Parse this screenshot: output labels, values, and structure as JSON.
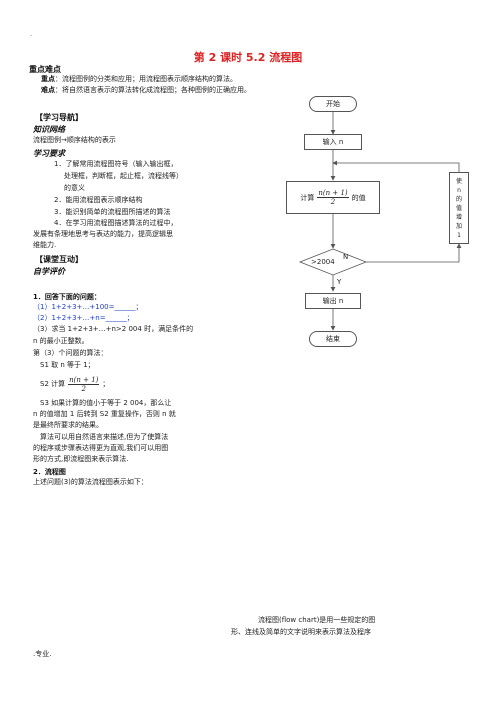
{
  "top_dot": ".",
  "title": "第 2 课时 5.2 流程图",
  "key_points": {
    "heading": "重点难点",
    "zhong_label": "重点",
    "zhong_text": "：流程图例的分类和应用；用流程图表示顺序结构的算法。",
    "nan_label": "难点",
    "nan_text": "：将自然语言表示的算法转化成流程图；各种图例的正确应用。"
  },
  "guide": {
    "heading": "【学习导航】",
    "sub1": "知识网络",
    "network": "流程图例→顺序结构的表示",
    "sub2": "学习要求",
    "req1a": "1．了解常用流程图符号（输入输出框，",
    "req1b": "处理框，判断框，起止框，流程线等）",
    "req1c": "的意义",
    "req2": "2．能用流程图表示顺序结构",
    "req3": "3．能识别简单的流程图所描述的算法",
    "req4a": "4．在学习用流程图描述算法的过程中，",
    "req4b": "发展有条理地思考与表达的能力，提高逻辑思",
    "req4c": "维能力."
  },
  "interaction": {
    "heading": "【课堂互动】",
    "sub": "自学评价",
    "q_heading": "1．回答下面的问题：",
    "q1": "（1）1+2+3+…+100=______；",
    "q2": "（2）1+2+3+…+n=______；",
    "q3a": "（3）求当 1+2+3+…+n>2 004 时，满足条件的",
    "q3b": "n 的最小正整数。",
    "alg_intro": "第（3）个问题的算法：",
    "s1": "S1  取 n 等于 1；",
    "s2_prefix": "S2  计算",
    "s2_suffix": "；",
    "frac_num": "n(n + 1)",
    "frac_den": "2",
    "s3a": "S3  如果计算的值小于等于 2 004，那么让",
    "s3b": "n 的值增加 1 后转到 S2 重复操作，否则 n 就",
    "s3c": "是最终所要求的结果。",
    "note_a": "算法可以用自然语言来描述,但为了使算法",
    "note_b": "的程序或步骤表达得更为直观,我们可以用图",
    "note_c": "形的方式,即流程图来表示算法.",
    "sec2": "2．流程图",
    "sec2_text": "上述问题(3)的算法流程图表示如下："
  },
  "flowchart": {
    "start": "开始",
    "input": "输入 n",
    "calc_prefix": "计算",
    "calc_suffix": "的值",
    "frac_num": "n(n + 1)",
    "frac_den": "2",
    "side_box": [
      "使",
      "n",
      "的",
      "值",
      "增",
      "加",
      "1"
    ],
    "decision": ">2004",
    "no_label": "N",
    "yes_label": "Y",
    "output": "输出 n",
    "end": "结束"
  },
  "footer": {
    "line1": "流程图(flow chart)是用一些规定的图",
    "line2": "形、连线及简单的文字说明来表示算法及程序",
    "pro": ".专业."
  },
  "colors": {
    "title": "#dd2222",
    "flow_stroke": "#555555",
    "bold_heading": "#111111",
    "edit_blue": "#1a3cc9"
  }
}
